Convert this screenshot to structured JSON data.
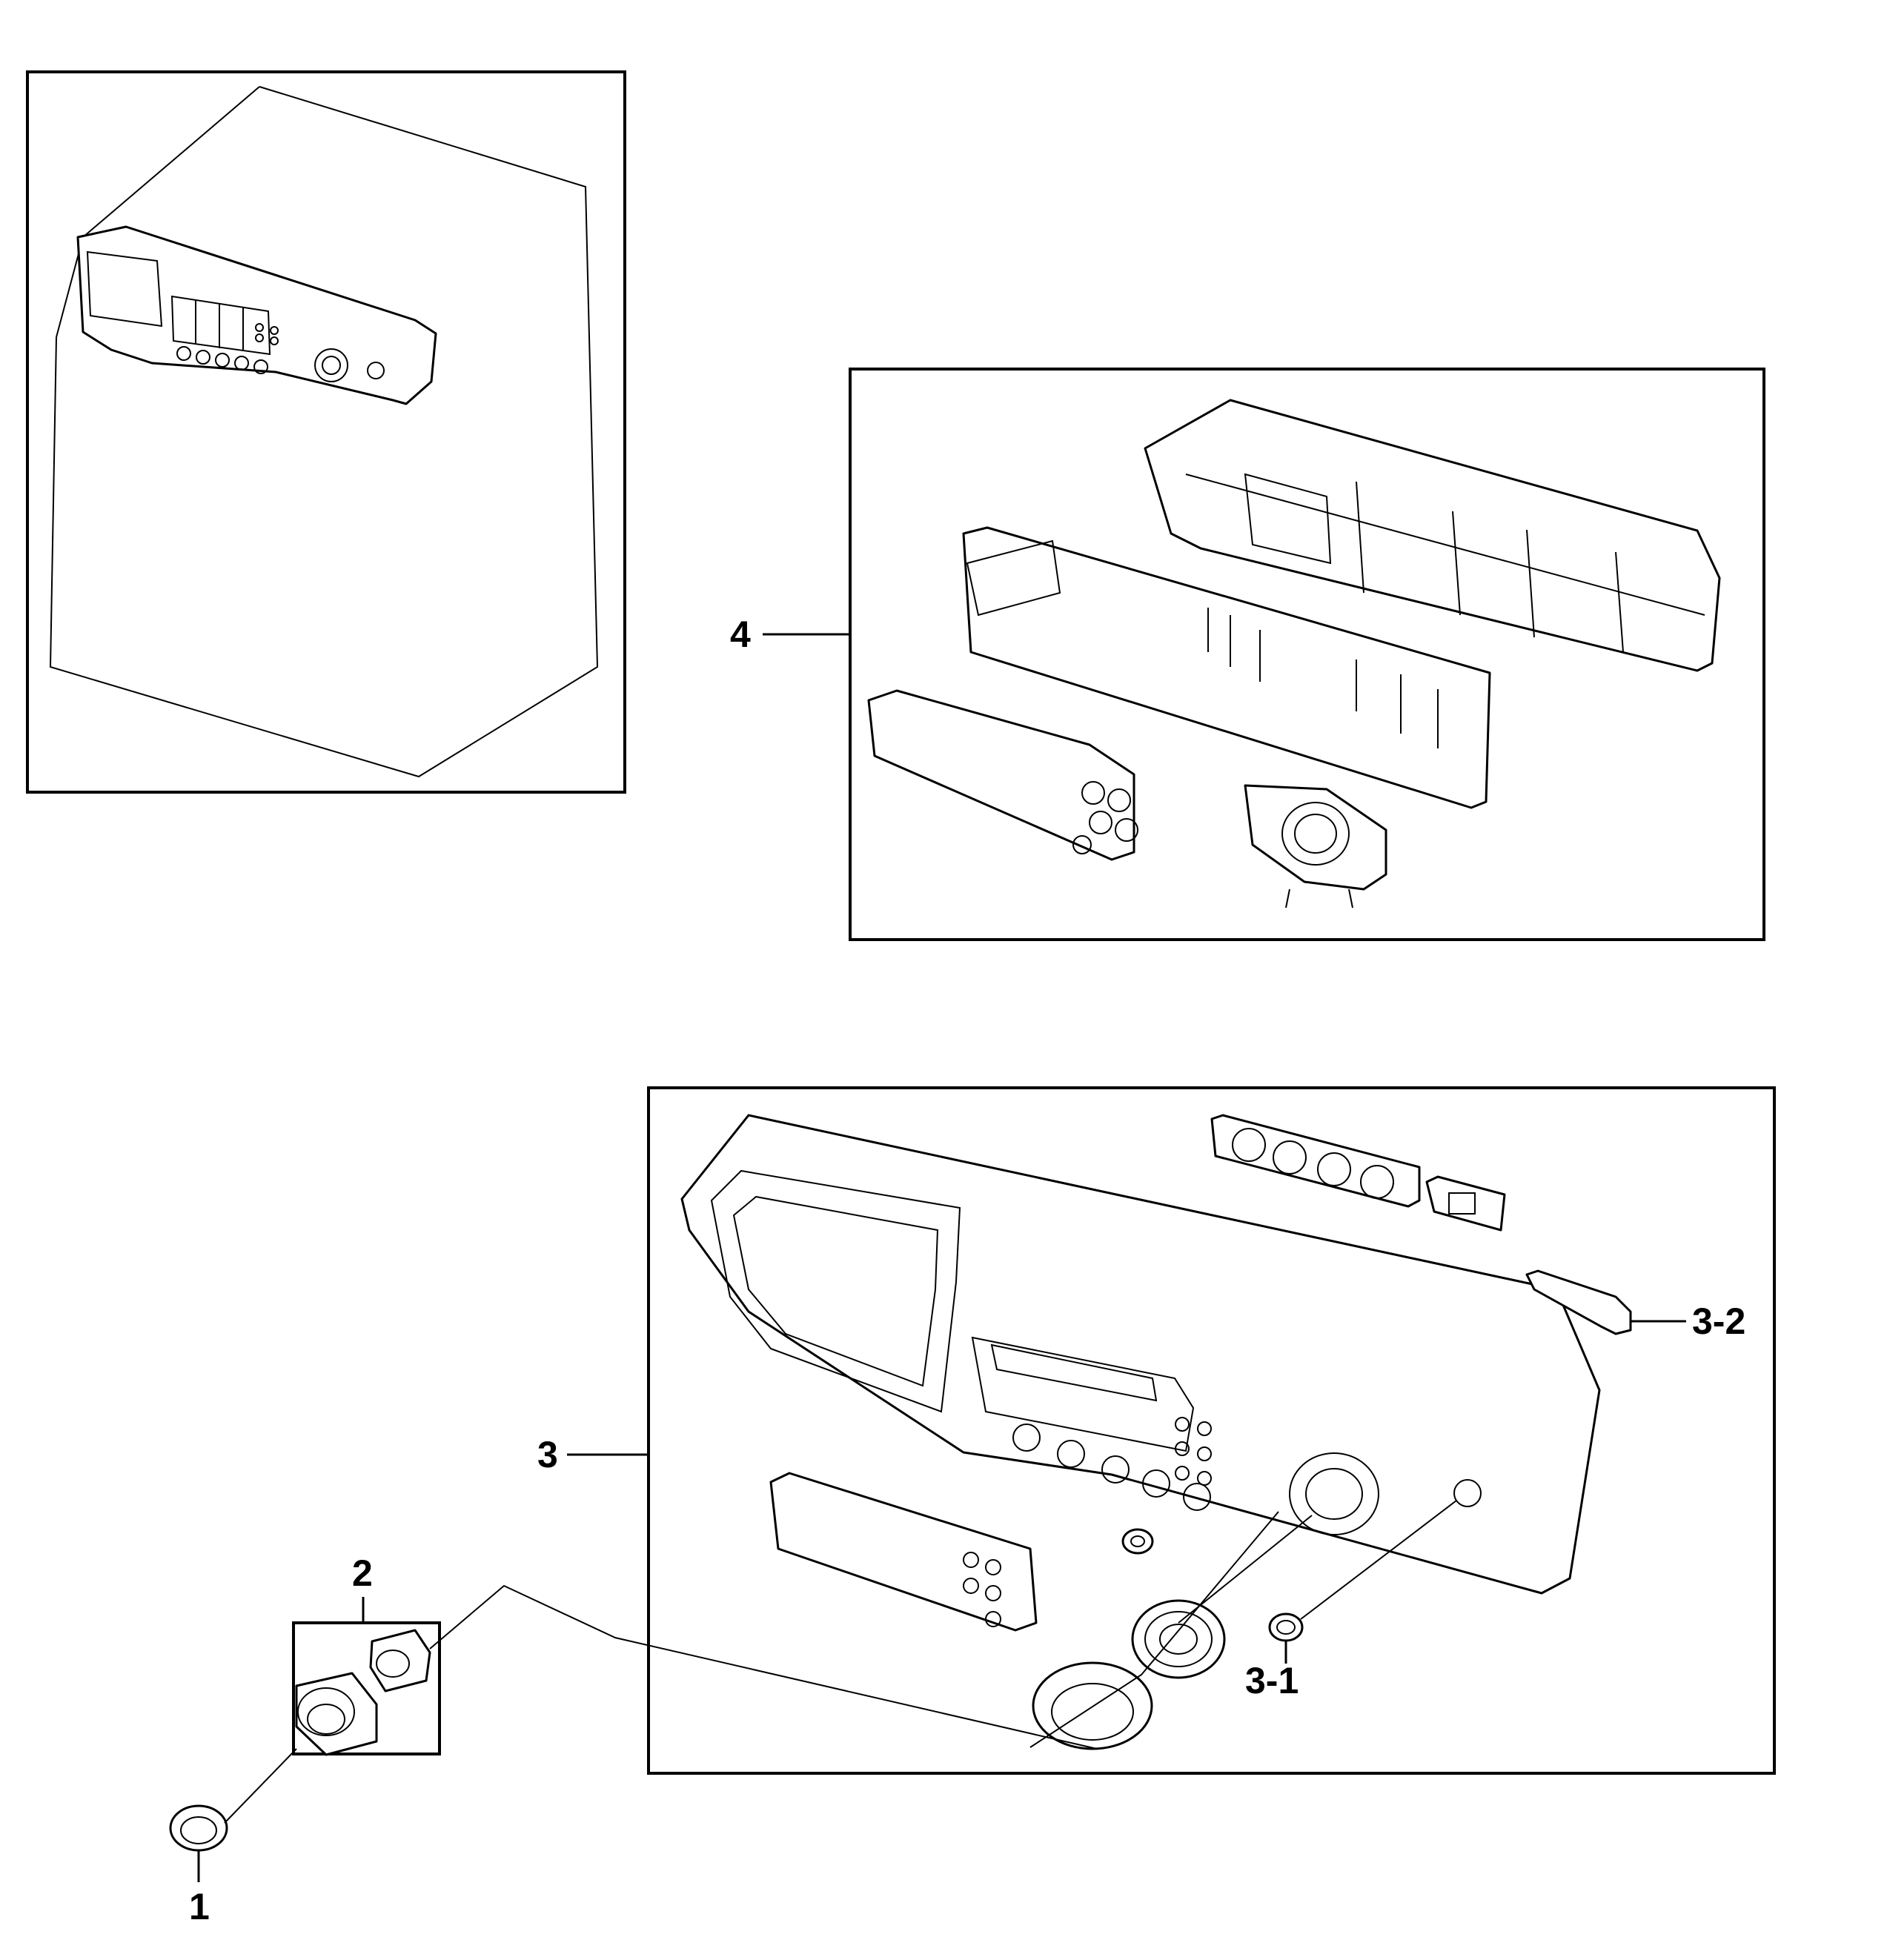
{
  "callouts": {
    "c1": "1",
    "c2": "2",
    "c3": "3",
    "c3_1": "3-1",
    "c3_2": "3-2",
    "c4": "4"
  }
}
